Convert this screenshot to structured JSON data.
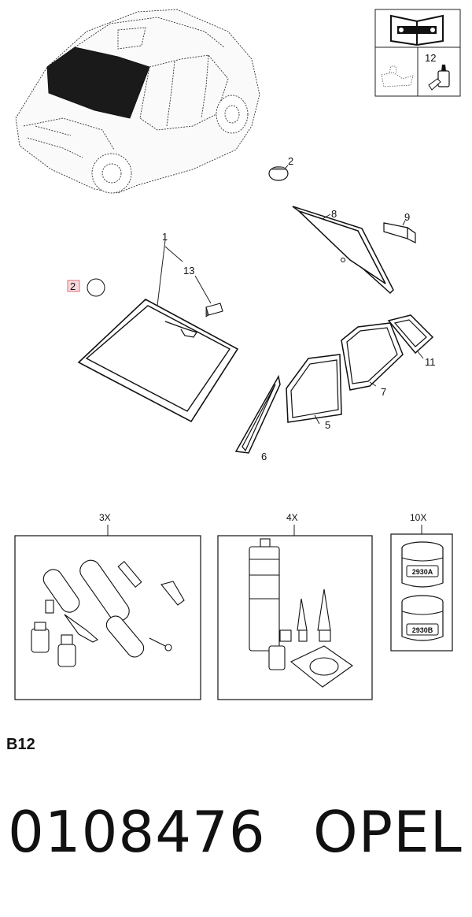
{
  "callouts": {
    "n1": "1",
    "n2a": "2",
    "n2b": "2",
    "n5": "5",
    "n6": "6",
    "n7": "7",
    "n8": "8",
    "n9": "9",
    "n11": "11",
    "n12": "12",
    "n13": "13"
  },
  "kits": {
    "k3": {
      "qty": "3X"
    },
    "k4": {
      "qty": "4X"
    },
    "k10": {
      "qty": "10X",
      "jar_a": "2930A",
      "jar_b": "2930B"
    }
  },
  "section_code": "B12",
  "part_number": "0108476",
  "brand": "OPEL"
}
